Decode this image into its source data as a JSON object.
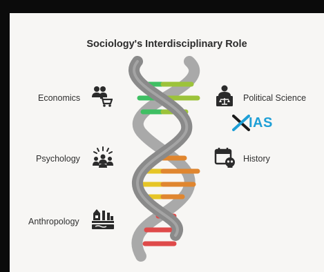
{
  "title": "Sociology's Interdisciplinary Role",
  "disciplines": {
    "economics": "Economics",
    "political_science": "Political Science",
    "psychology": "Psychology",
    "history": "History",
    "anthropology": "Anthropology"
  },
  "brand": {
    "logo_text": "IAS"
  },
  "colors": {
    "frame": "#0b0b0b",
    "card": "#f7f6f4",
    "helix": "#8a8a8a",
    "rung_green": "#3fbf63",
    "rung_lime": "#9cc33a",
    "rung_yellow": "#e6c526",
    "rung_orange": "#e0862f",
    "rung_red": "#df4a4a",
    "brand_blue": "#1e9fd6"
  }
}
